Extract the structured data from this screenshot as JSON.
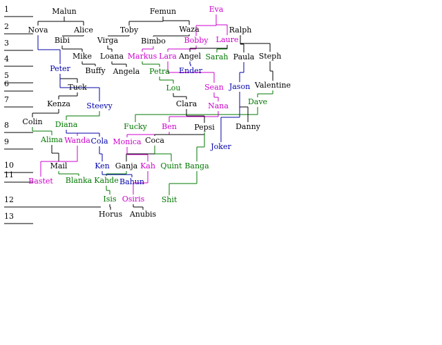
{
  "colors": {
    "black": "#000000",
    "pink": "#cc00cc",
    "green": "#007700",
    "blue": "#0000aa"
  },
  "generations": [
    "1",
    "2",
    "3",
    "4",
    "5",
    "6",
    "7",
    "8",
    "9",
    "10",
    "11",
    "12",
    "13"
  ],
  "people": [
    {
      "id": "malun",
      "label": "Malun",
      "color": "black"
    },
    {
      "id": "femun",
      "label": "Femun",
      "color": "black"
    },
    {
      "id": "eva",
      "label": "Eva",
      "color": "pink"
    },
    {
      "id": "nova",
      "label": "Nova",
      "color": "black"
    },
    {
      "id": "alice",
      "label": "Alice",
      "color": "black"
    },
    {
      "id": "toby",
      "label": "Toby",
      "color": "black"
    },
    {
      "id": "waza",
      "label": "Waza",
      "color": "black"
    },
    {
      "id": "ralph",
      "label": "Ralph",
      "color": "black"
    },
    {
      "id": "bibi",
      "label": "Bibi",
      "color": "black"
    },
    {
      "id": "virga",
      "label": "Virga",
      "color": "black"
    },
    {
      "id": "bimbo",
      "label": "Bimbo",
      "color": "black"
    },
    {
      "id": "bobby",
      "label": "Bobby",
      "color": "pink"
    },
    {
      "id": "laure",
      "label": "Laure",
      "color": "pink"
    },
    {
      "id": "mike",
      "label": "Mike",
      "color": "black"
    },
    {
      "id": "loana",
      "label": "Loana",
      "color": "black"
    },
    {
      "id": "markus",
      "label": "Markus",
      "color": "pink"
    },
    {
      "id": "lara",
      "label": "Lara",
      "color": "pink"
    },
    {
      "id": "angel",
      "label": "Angel",
      "color": "black"
    },
    {
      "id": "sarah",
      "label": "Sarah",
      "color": "green"
    },
    {
      "id": "paula",
      "label": "Paula",
      "color": "black"
    },
    {
      "id": "steph",
      "label": "Steph",
      "color": "black"
    },
    {
      "id": "peter",
      "label": "Peter",
      "color": "blue"
    },
    {
      "id": "buffy",
      "label": "Buffy",
      "color": "black"
    },
    {
      "id": "angela",
      "label": "Angela",
      "color": "black"
    },
    {
      "id": "petra",
      "label": "Petra",
      "color": "green"
    },
    {
      "id": "ender",
      "label": "Ender",
      "color": "blue"
    },
    {
      "id": "tuck",
      "label": "Tuck",
      "color": "black"
    },
    {
      "id": "lou",
      "label": "Lou",
      "color": "green"
    },
    {
      "id": "sean",
      "label": "Sean",
      "color": "pink"
    },
    {
      "id": "jason",
      "label": "Jason",
      "color": "blue"
    },
    {
      "id": "valentine",
      "label": "Valentine",
      "color": "black"
    },
    {
      "id": "kenza",
      "label": "Kenza",
      "color": "black"
    },
    {
      "id": "steevy",
      "label": "Steevy",
      "color": "blue"
    },
    {
      "id": "clara",
      "label": "Clara",
      "color": "black"
    },
    {
      "id": "nana",
      "label": "Nana",
      "color": "pink"
    },
    {
      "id": "dave",
      "label": "Dave",
      "color": "green"
    },
    {
      "id": "colin",
      "label": "Colin",
      "color": "black"
    },
    {
      "id": "diana",
      "label": "Diana",
      "color": "green"
    },
    {
      "id": "fucky",
      "label": "Fucky",
      "color": "green"
    },
    {
      "id": "ben",
      "label": "Ben",
      "color": "pink"
    },
    {
      "id": "pepsi",
      "label": "Pepsi",
      "color": "black"
    },
    {
      "id": "danny",
      "label": "Danny",
      "color": "black"
    },
    {
      "id": "alima",
      "label": "Alima",
      "color": "green"
    },
    {
      "id": "wanda",
      "label": "Wanda",
      "color": "pink"
    },
    {
      "id": "cola",
      "label": "Cola",
      "color": "blue"
    },
    {
      "id": "monica",
      "label": "Monica",
      "color": "pink"
    },
    {
      "id": "coca",
      "label": "Coca",
      "color": "black"
    },
    {
      "id": "joker",
      "label": "Joker",
      "color": "blue"
    },
    {
      "id": "mail",
      "label": "Mail",
      "color": "black"
    },
    {
      "id": "ken",
      "label": "Ken",
      "color": "blue"
    },
    {
      "id": "ganja",
      "label": "Ganja",
      "color": "black"
    },
    {
      "id": "kah",
      "label": "Kah",
      "color": "pink"
    },
    {
      "id": "quint",
      "label": "Quint",
      "color": "green"
    },
    {
      "id": "banga",
      "label": "Banga",
      "color": "green"
    },
    {
      "id": "bastet",
      "label": "Bastet",
      "color": "pink"
    },
    {
      "id": "blanka",
      "label": "Blanka",
      "color": "green"
    },
    {
      "id": "kahde",
      "label": "Kahde",
      "color": "green"
    },
    {
      "id": "bahun",
      "label": "Bahun",
      "color": "blue"
    },
    {
      "id": "isis",
      "label": "Isis",
      "color": "green"
    },
    {
      "id": "osiris",
      "label": "Osiris",
      "color": "pink"
    },
    {
      "id": "shit",
      "label": "Shit",
      "color": "green"
    },
    {
      "id": "horus",
      "label": "Horus",
      "color": "black"
    },
    {
      "id": "anubis",
      "label": "Anubis",
      "color": "black"
    }
  ],
  "links": [
    {
      "from": "malun",
      "to": "nova",
      "color": "black"
    },
    {
      "from": "malun",
      "to": "alice",
      "color": "black"
    },
    {
      "from": "femun",
      "to": "toby",
      "color": "black"
    },
    {
      "from": "femun",
      "to": "waza",
      "color": "black"
    },
    {
      "from": "eva",
      "to": "bobby",
      "color": "pink"
    },
    {
      "from": "eva",
      "to": "laure",
      "color": "pink"
    },
    {
      "from": "alice",
      "to": "bibi",
      "color": "black"
    },
    {
      "from": "toby",
      "to": "virga",
      "color": "black"
    },
    {
      "from": "waza",
      "to": "bimbo",
      "color": "black"
    },
    {
      "from": "ralph",
      "to": "steph",
      "color": "black"
    },
    {
      "from": "bibi",
      "to": "mike",
      "color": "black"
    },
    {
      "from": "virga",
      "to": "loana",
      "color": "black"
    },
    {
      "from": "bimbo",
      "to": "markus",
      "color": "pink"
    },
    {
      "from": "bobby",
      "to": "lara",
      "color": "pink"
    },
    {
      "from": "laure",
      "to": "sarah",
      "color": "green"
    },
    {
      "from": "laure",
      "to": "angel",
      "color": "black"
    },
    {
      "from": "ralph",
      "to": "paula",
      "color": "black"
    },
    {
      "from": "nova",
      "to": "peter",
      "color": "blue"
    },
    {
      "from": "mike",
      "to": "buffy",
      "color": "black"
    },
    {
      "from": "loana",
      "to": "angela",
      "color": "black"
    },
    {
      "from": "markus",
      "to": "petra",
      "color": "green"
    },
    {
      "from": "angel",
      "to": "ender",
      "color": "blue"
    },
    {
      "from": "peter",
      "to": "tuck",
      "color": "black"
    },
    {
      "from": "petra",
      "to": "lou",
      "color": "green"
    },
    {
      "from": "lara",
      "to": "sean",
      "color": "pink"
    },
    {
      "from": "paula",
      "to": "jason",
      "color": "blue"
    },
    {
      "from": "steph",
      "to": "valentine",
      "color": "black"
    },
    {
      "from": "tuck",
      "to": "kenza",
      "color": "black"
    },
    {
      "from": "peter",
      "to": "steevy",
      "color": "blue"
    },
    {
      "from": "lou",
      "to": "clara",
      "color": "black"
    },
    {
      "from": "sean",
      "to": "nana",
      "color": "pink"
    },
    {
      "from": "valentine",
      "to": "dave",
      "color": "green"
    },
    {
      "from": "kenza",
      "to": "colin",
      "color": "black"
    },
    {
      "from": "steevy",
      "to": "diana",
      "color": "green"
    },
    {
      "from": "dave",
      "to": "fucky",
      "color": "green"
    },
    {
      "from": "nana",
      "to": "ben",
      "color": "pink"
    },
    {
      "from": "clara",
      "to": "pepsi",
      "color": "black"
    },
    {
      "from": "jason",
      "to": "danny",
      "color": "black"
    },
    {
      "from": "colin",
      "to": "alima",
      "color": "green"
    },
    {
      "from": "diana",
      "to": "wanda",
      "color": "pink"
    },
    {
      "from": "diana",
      "to": "cola",
      "color": "blue"
    },
    {
      "from": "ben",
      "to": "monica",
      "color": "pink"
    },
    {
      "from": "pepsi",
      "to": "coca",
      "color": "black"
    },
    {
      "from": "jason",
      "to": "joker",
      "color": "blue"
    },
    {
      "from": "alima",
      "to": "mail",
      "color": "black"
    },
    {
      "from": "cola",
      "to": "ken",
      "color": "blue"
    },
    {
      "from": "coca",
      "to": "ganja",
      "color": "black"
    },
    {
      "from": "monica",
      "to": "kah",
      "color": "pink"
    },
    {
      "from": "coca",
      "to": "quint",
      "color": "green"
    },
    {
      "from": "pepsi",
      "to": "banga",
      "color": "green"
    },
    {
      "from": "wanda",
      "to": "bastet",
      "color": "pink"
    },
    {
      "from": "mail",
      "to": "blanka",
      "color": "green"
    },
    {
      "from": "ganja",
      "to": "kahde",
      "color": "green"
    },
    {
      "from": "ken",
      "to": "bahun",
      "color": "blue"
    },
    {
      "from": "kahde",
      "to": "isis",
      "color": "green"
    },
    {
      "from": "kah",
      "to": "osiris",
      "color": "pink"
    },
    {
      "from": "banga",
      "to": "shit",
      "color": "green"
    },
    {
      "from": "isis",
      "to": "horus",
      "color": "black"
    },
    {
      "from": "osiris",
      "to": "anubis",
      "color": "black"
    }
  ]
}
